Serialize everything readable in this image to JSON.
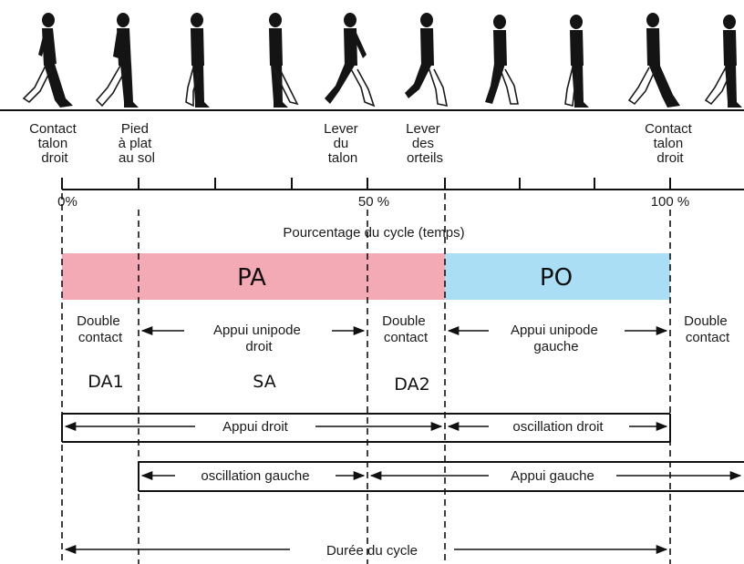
{
  "events": [
    {
      "id": "contact-talon-droit-start",
      "lines": [
        "Contact",
        "talon",
        "droit"
      ]
    },
    {
      "id": "pied-a-plat",
      "lines": [
        "Pied",
        "à plat",
        "au sol"
      ]
    },
    {
      "id": "lever-talon",
      "lines": [
        "Lever",
        "du",
        "talon"
      ]
    },
    {
      "id": "lever-orteils",
      "lines": [
        "Lever",
        "des",
        "orteils"
      ]
    },
    {
      "id": "contact-talon-droit-end",
      "lines": [
        "Contact",
        "talon",
        "droit"
      ]
    }
  ],
  "axis": {
    "tick_0": "0%",
    "tick_50": "50 %",
    "tick_100": "100 %",
    "title": "Pourcentage du cycle  (temps)"
  },
  "phases": {
    "pa": {
      "label": "PA",
      "color": "#f4aab4"
    },
    "po": {
      "label": "PO",
      "color": "#a9def5"
    }
  },
  "support": {
    "double_contact_1": [
      "Double",
      "contact"
    ],
    "appui_unipode_droit": [
      "Appui  unipode",
      "droit"
    ],
    "double_contact_2": [
      "Double",
      "contact"
    ],
    "appui_unipode_gauche": [
      "Appui  unipode",
      "gauche"
    ],
    "double_contact_3": [
      "Double",
      "contact"
    ]
  },
  "abbrev": {
    "da1": "DA1",
    "sa": "SA",
    "da2": "DA2"
  },
  "bars": {
    "appui_droit": "Appui droit",
    "oscillation_droit": "oscillation droit",
    "oscillation_gauche": "oscillation gauche",
    "appui_gauche": "Appui gauche",
    "duree_cycle": "Durée du cycle"
  }
}
